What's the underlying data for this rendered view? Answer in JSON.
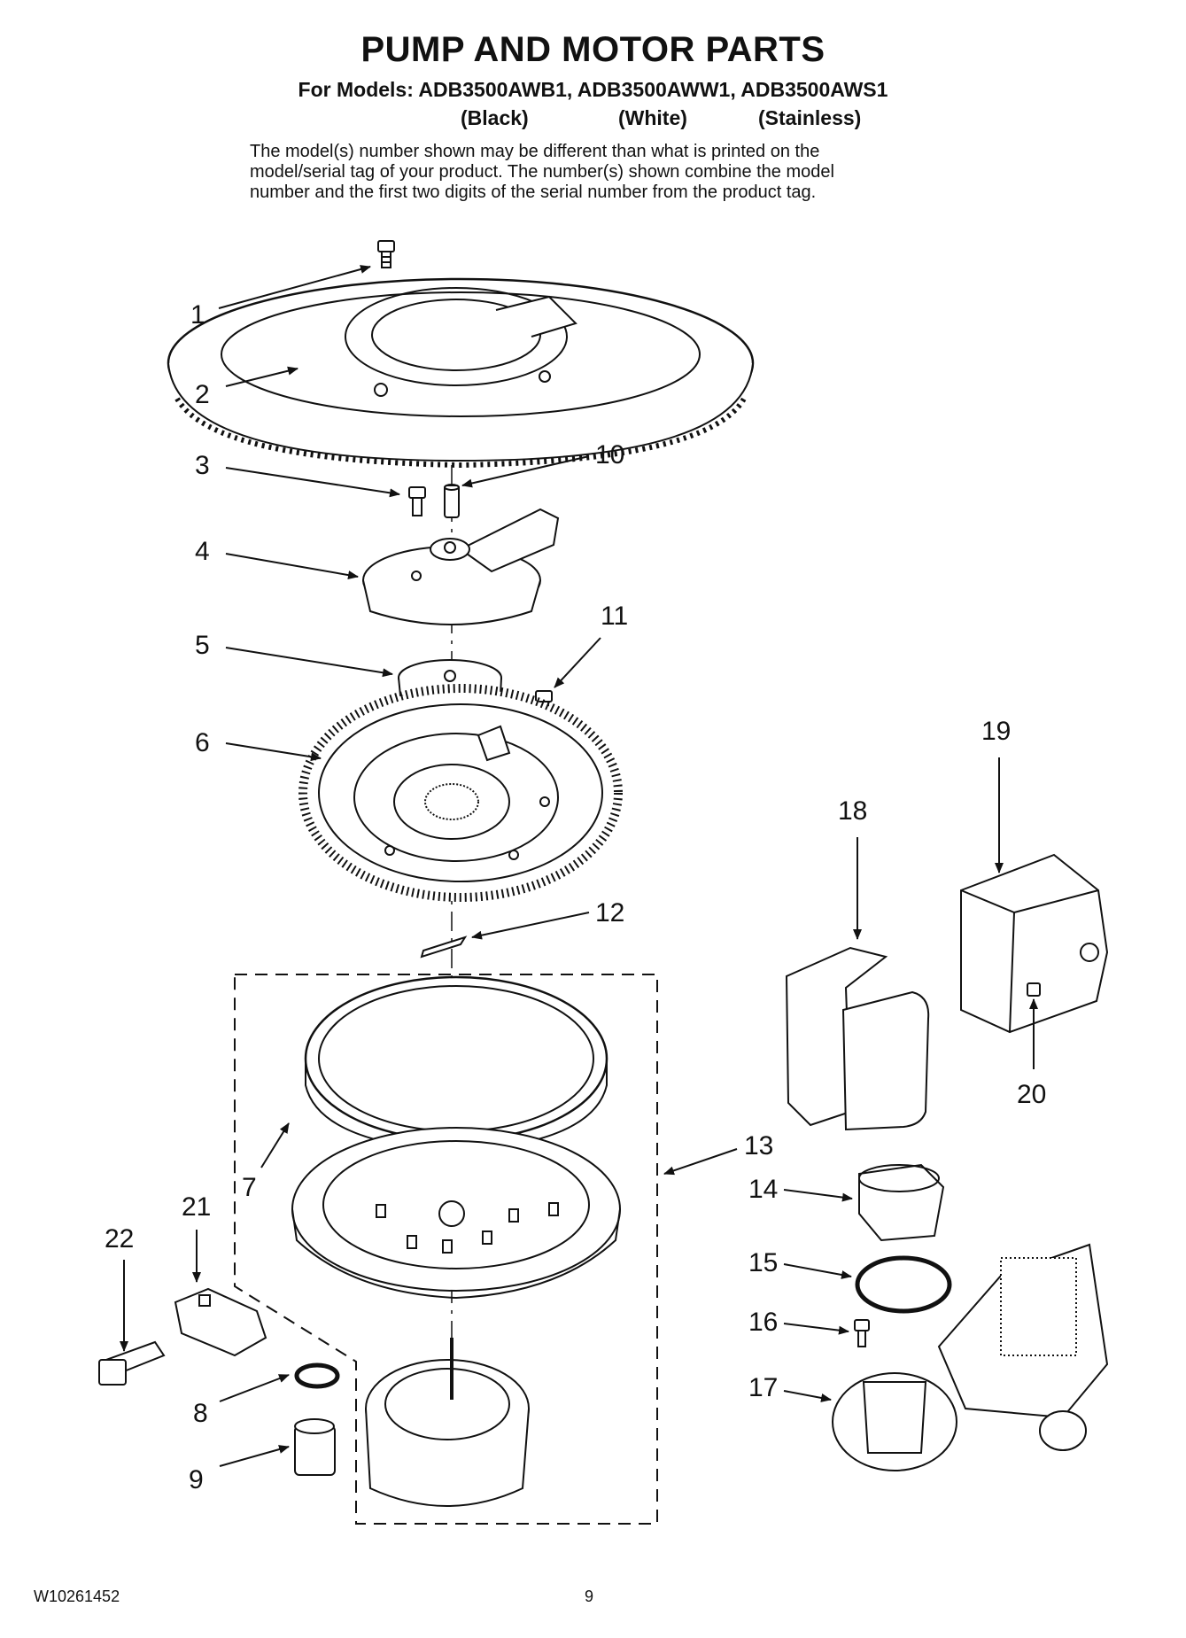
{
  "header": {
    "title": "PUMP AND MOTOR PARTS",
    "models_line": "For Models: ADB3500AWB1, ADB3500AWW1, ADB3500AWS1",
    "variants": [
      "(Black)",
      "(White)",
      "(Stainless)"
    ],
    "note_lines": [
      "The model(s) number shown may be different than what is printed on the",
      "model/serial tag of your product. The number(s) shown combine the model",
      "number and the first two digits of the serial number from the product tag."
    ]
  },
  "callouts": [
    "1",
    "2",
    "3",
    "4",
    "5",
    "6",
    "7",
    "8",
    "9",
    "10",
    "11",
    "12",
    "13",
    "14",
    "15",
    "16",
    "17",
    "18",
    "19",
    "20",
    "21",
    "22"
  ],
  "footer": {
    "doc_number": "W10261452",
    "page_number": "9"
  }
}
